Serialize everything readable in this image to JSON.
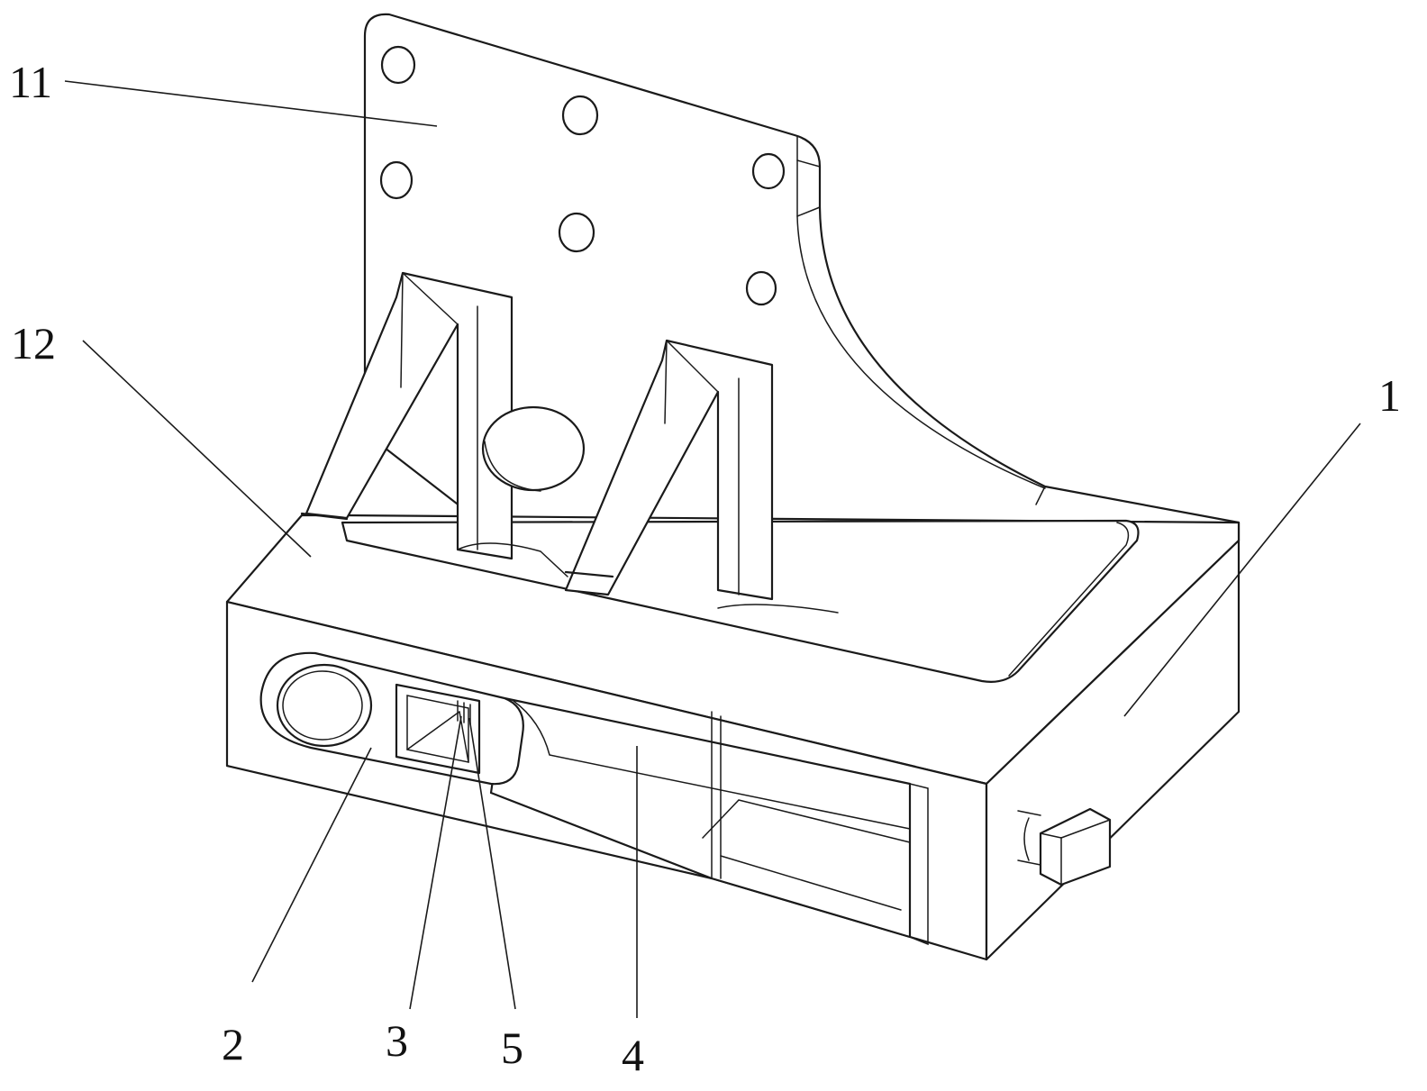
{
  "labels": {
    "l11": "11",
    "l12": "12",
    "l1": "1",
    "l2": "2",
    "l3": "3",
    "l5": "5",
    "l4": "4"
  }
}
